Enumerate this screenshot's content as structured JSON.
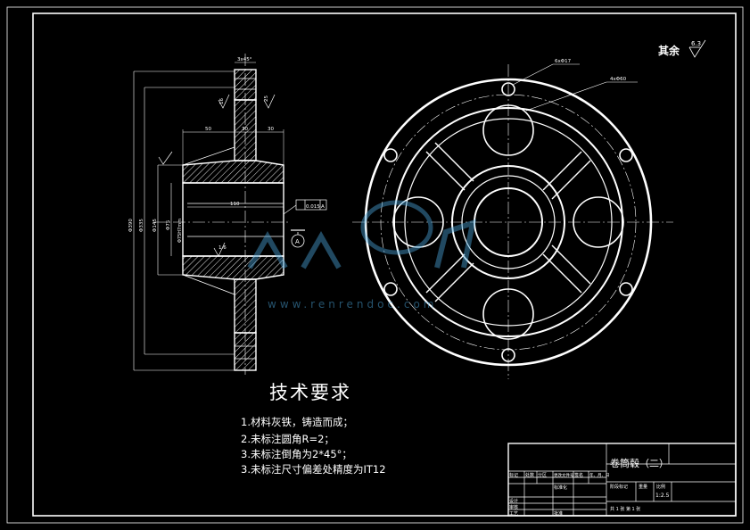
{
  "surface_finish": {
    "label": "其余",
    "value": "6.3"
  },
  "section_view": {
    "dims": {
      "top_chamfer": "3x45°",
      "rim_width": "25",
      "rim_small": "16",
      "w1": "50",
      "w2": "30",
      "w3": "30",
      "hub_length": "110",
      "d_outer": "Φ390",
      "d_mid": "Φ335",
      "d_hub": "Φ145",
      "d_bore": "Φ75",
      "roughness_hub": "1.6",
      "runout": "0.015",
      "runout_datum": "A",
      "datum_label": "A",
      "bore_note": "Φ75H7mm"
    }
  },
  "front_view": {
    "leader1": "6xΦ17",
    "leader2": "4xΦ60"
  },
  "watermark": {
    "url": "www.renrendoc.com"
  },
  "requirements": {
    "title": "技术要求",
    "items": [
      "1.材料灰铁，铸造而成；",
      "2.未标注圆角R=2；",
      "3.未标注倒角为2*45°；",
      "3.未标注尺寸偏差处精度为IT12"
    ]
  },
  "title_block": {
    "part_name": "卷筒毂（二）",
    "row_labels": [
      "标记",
      "处数",
      "分区",
      "更改文件号",
      "签名",
      "年、月、日"
    ],
    "design": "设计",
    "standard": "标准化",
    "review": "审核",
    "process": "工艺",
    "approve": "批准",
    "stage_labels": [
      "阶段标记",
      "重量",
      "比例"
    ],
    "scale": "1:2.5",
    "sheet": "共 1 张  第 1 张"
  }
}
